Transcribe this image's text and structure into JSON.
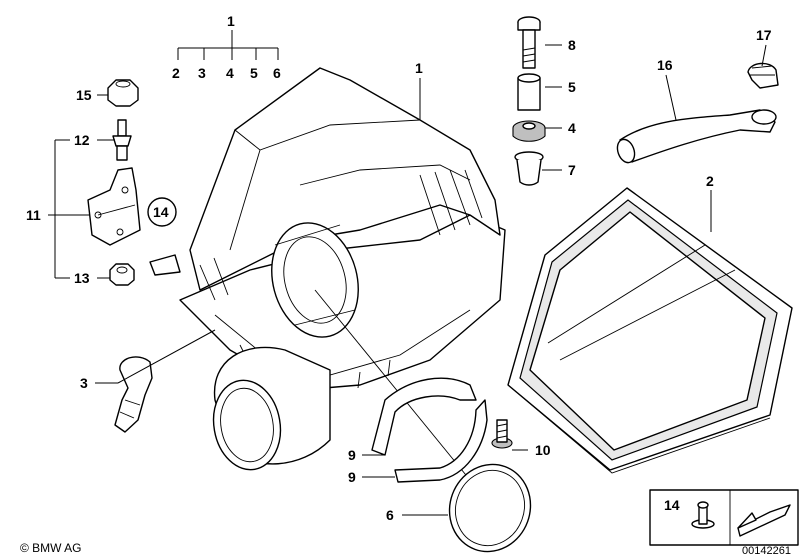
{
  "callouts": {
    "c1_top": "1",
    "c2_sub": "2",
    "c3_sub": "3",
    "c4_sub": "4",
    "c5_sub": "5",
    "c6_sub": "6",
    "c1_cover": "1",
    "c2_filter": "2",
    "c3_clip": "3",
    "c4_grommet": "4",
    "c5_sleeve": "5",
    "c6_seal": "6",
    "c7_bushing": "7",
    "c8_bolt": "8",
    "c9_bracket_a": "9",
    "c9_bracket_b": "9",
    "c10_screw": "10",
    "c11_holder": "11",
    "c12_stud": "12",
    "c13_nut": "13",
    "c14_ref": "14",
    "c14_legend": "14",
    "c15_cap": "15",
    "c16_hose": "16",
    "c17_clamp": "17"
  },
  "footer": {
    "copyright": "© BMW AG",
    "doc_number": "00142261"
  }
}
